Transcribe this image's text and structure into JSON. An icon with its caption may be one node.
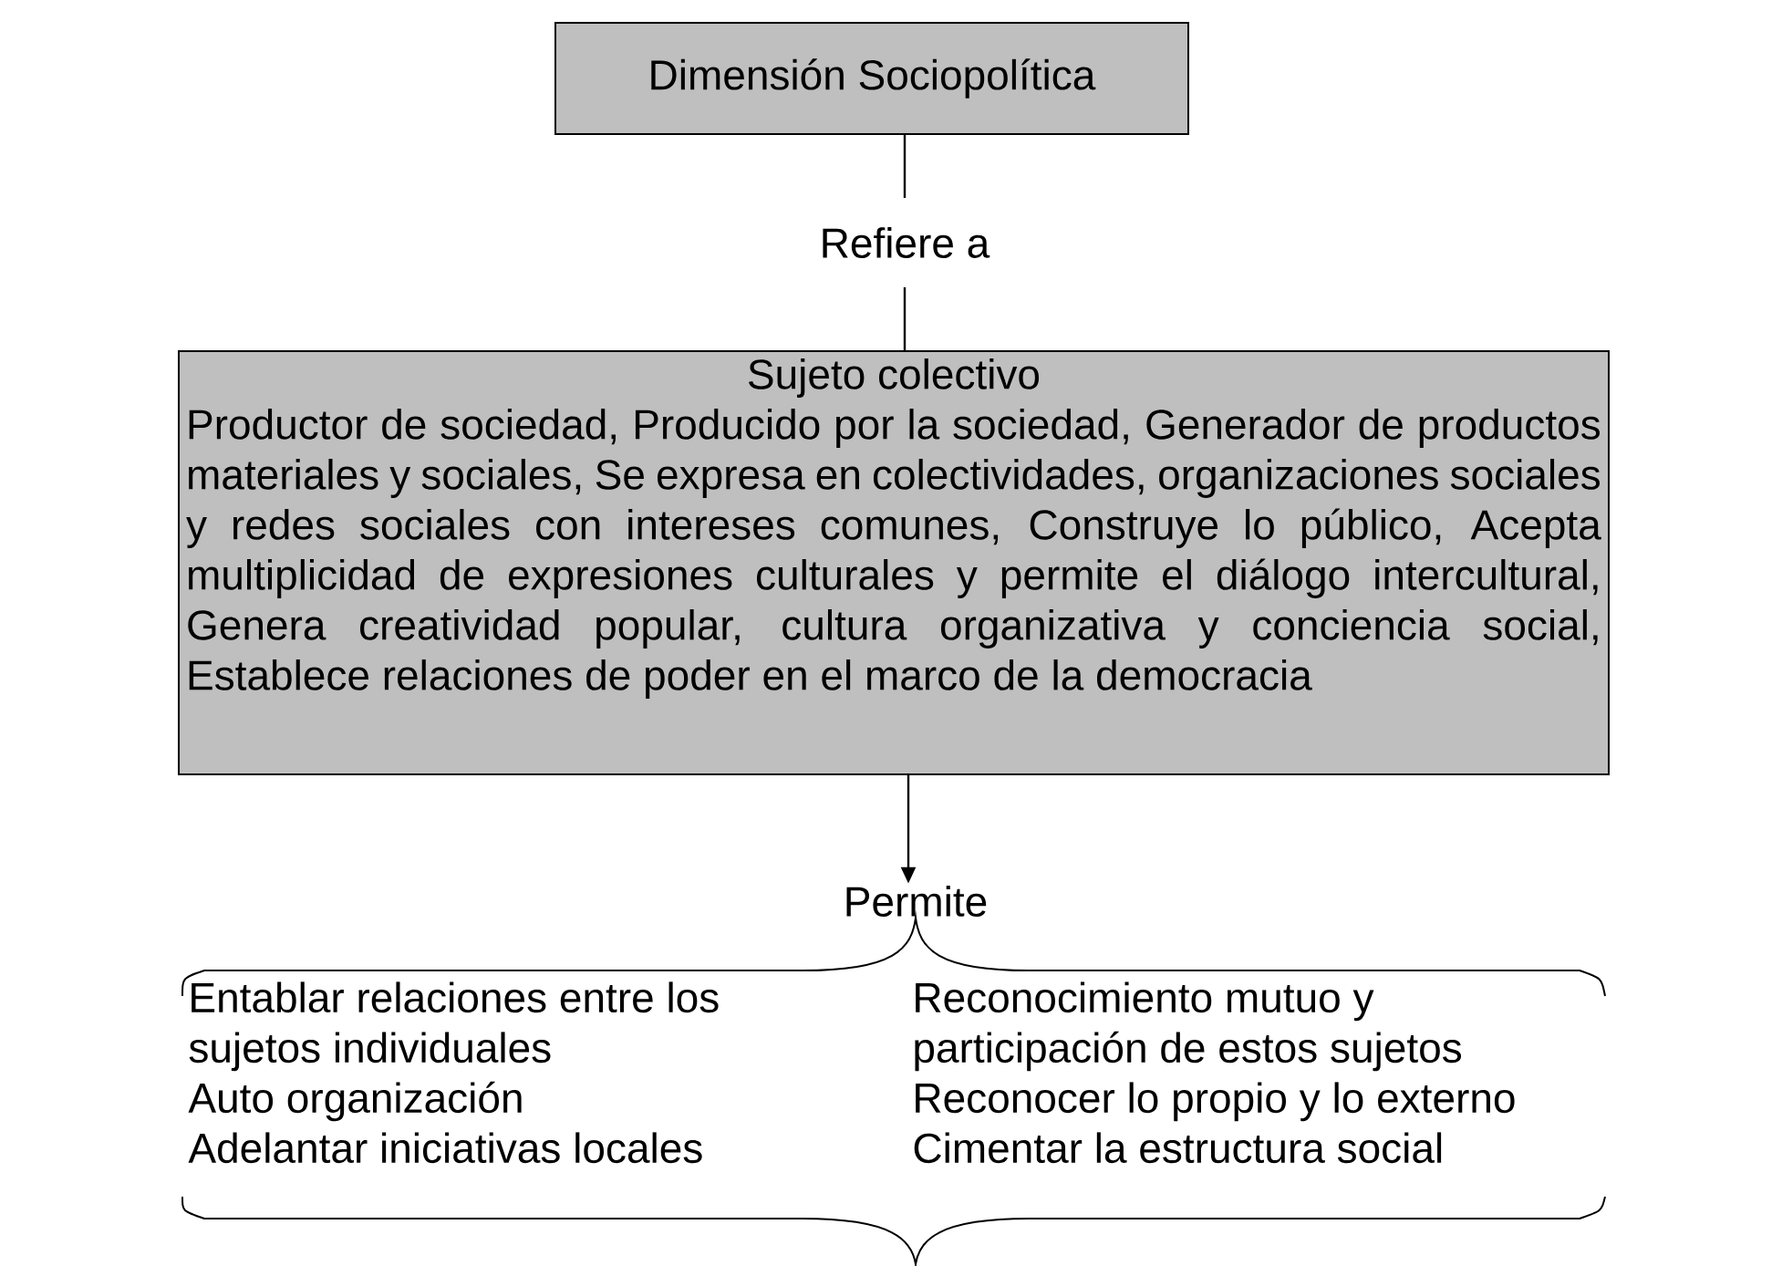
{
  "diagram": {
    "nodes": [
      {
        "text": [
          "Dimensión Sociopolítica"
        ]
      },
      {
        "text": [
          "Sujeto colectivo",
          "Productor de sociedad, Producido por la sociedad, Generador de productos materiales y sociales, Se expresa en colectividades, organizaciones sociales y redes sociales con intereses comunes, Construye lo público, Acepta multiplicidad de expresiones culturales y permite el diálogo intercultural, Genera creatividad popular, cultura organizativa y conciencia social, Establece relaciones de poder en el marco de la democracia"
        ]
      },
      {
        "text": [
          "Permite"
        ]
      },
      {
        "text": [
          "Entablar relaciones entre los sujetos individuales",
          "Auto organización",
          "Adelantar iniciativas locales",
          "Reconocimiento mutuo y participación de estos sujetos",
          "Reconocer lo propio y lo externo",
          "Cimentar la estructura social"
        ]
      }
    ],
    "edges": [
      {
        "from": 0,
        "to": 1,
        "arrow": "none",
        "label": "Refiere a"
      },
      {
        "from": 1,
        "to": 2,
        "arrow": "to"
      }
    ]
  }
}
